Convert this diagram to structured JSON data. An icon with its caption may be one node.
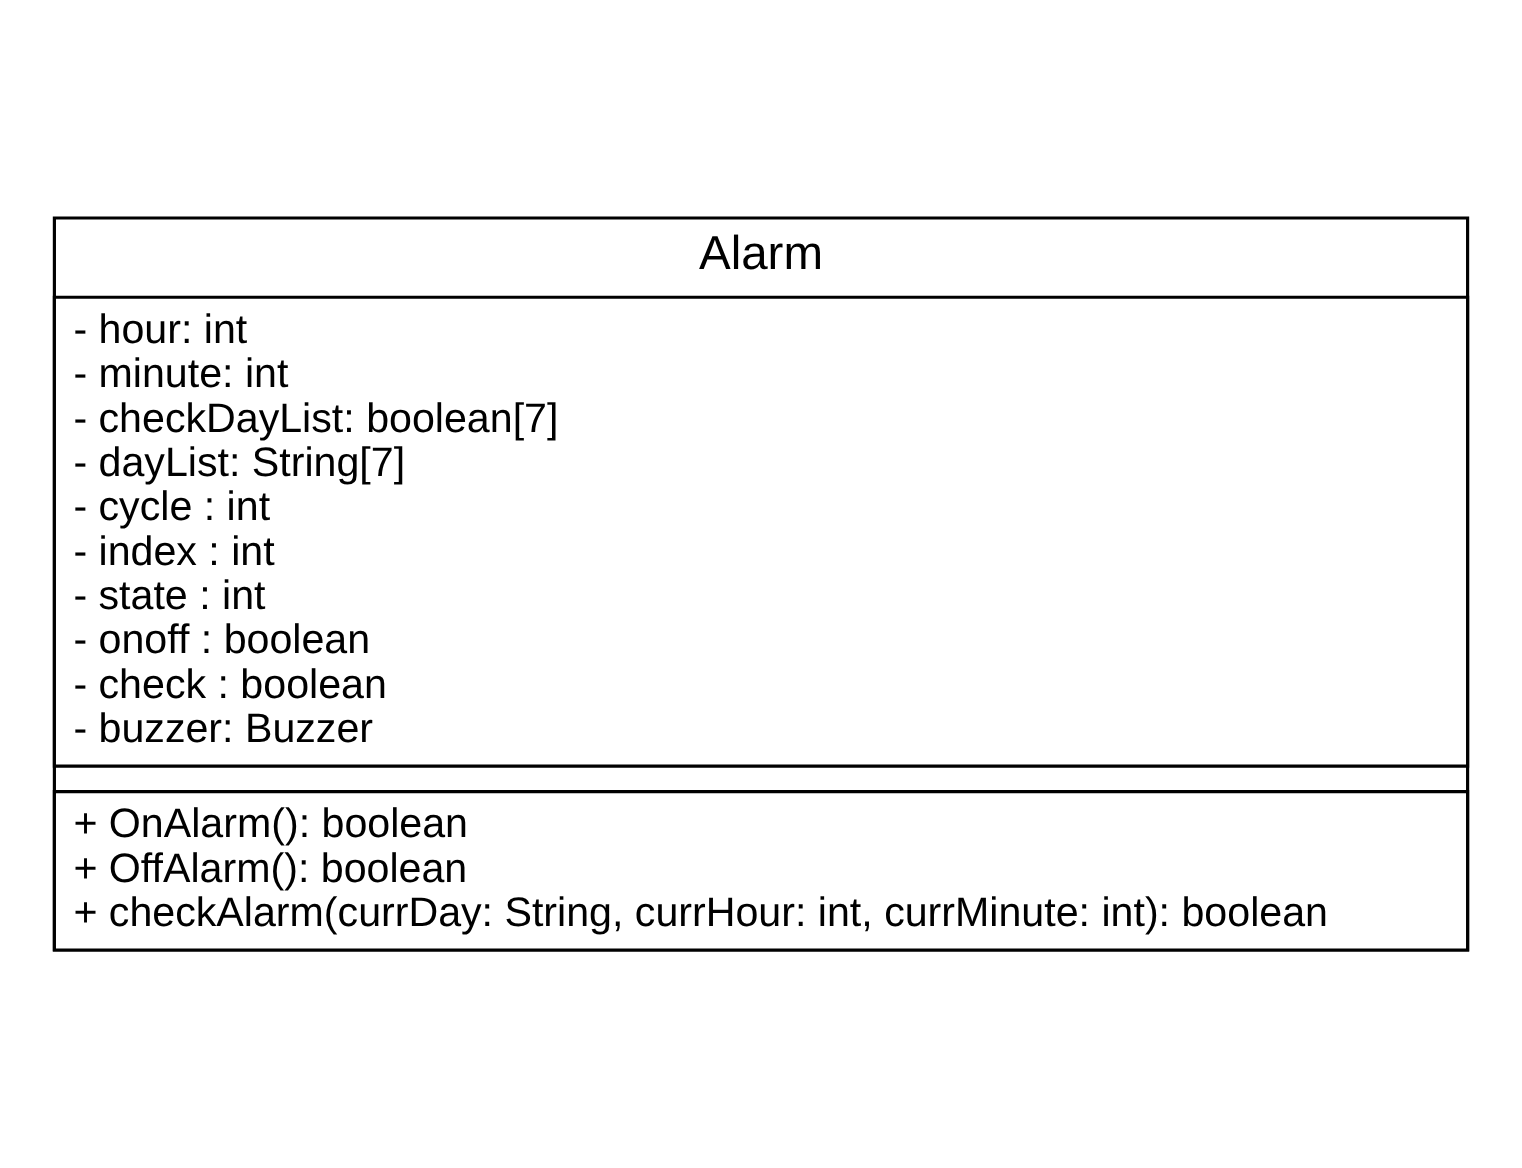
{
  "diagram": {
    "nodes": [
      {
        "text": [
          "Alarm"
        ]
      },
      {
        "text": [
          "- hour: int",
          "- minute: int",
          "- checkDayList: boolean[7]",
          "- dayList: String[7]",
          "- cycle : int",
          "- index : int",
          "- state : int",
          "- onoff : boolean",
          "- check : boolean",
          "- buzzer: Buzzer"
        ],
        "in": 0
      },
      {
        "text": [
          "+ OnAlarm(): boolean",
          "+ OffAlarm(): boolean",
          "+ checkAlarm(currDay: String, currHour: int, currMinute: int): boolean"
        ],
        "in": 0
      }
    ]
  }
}
